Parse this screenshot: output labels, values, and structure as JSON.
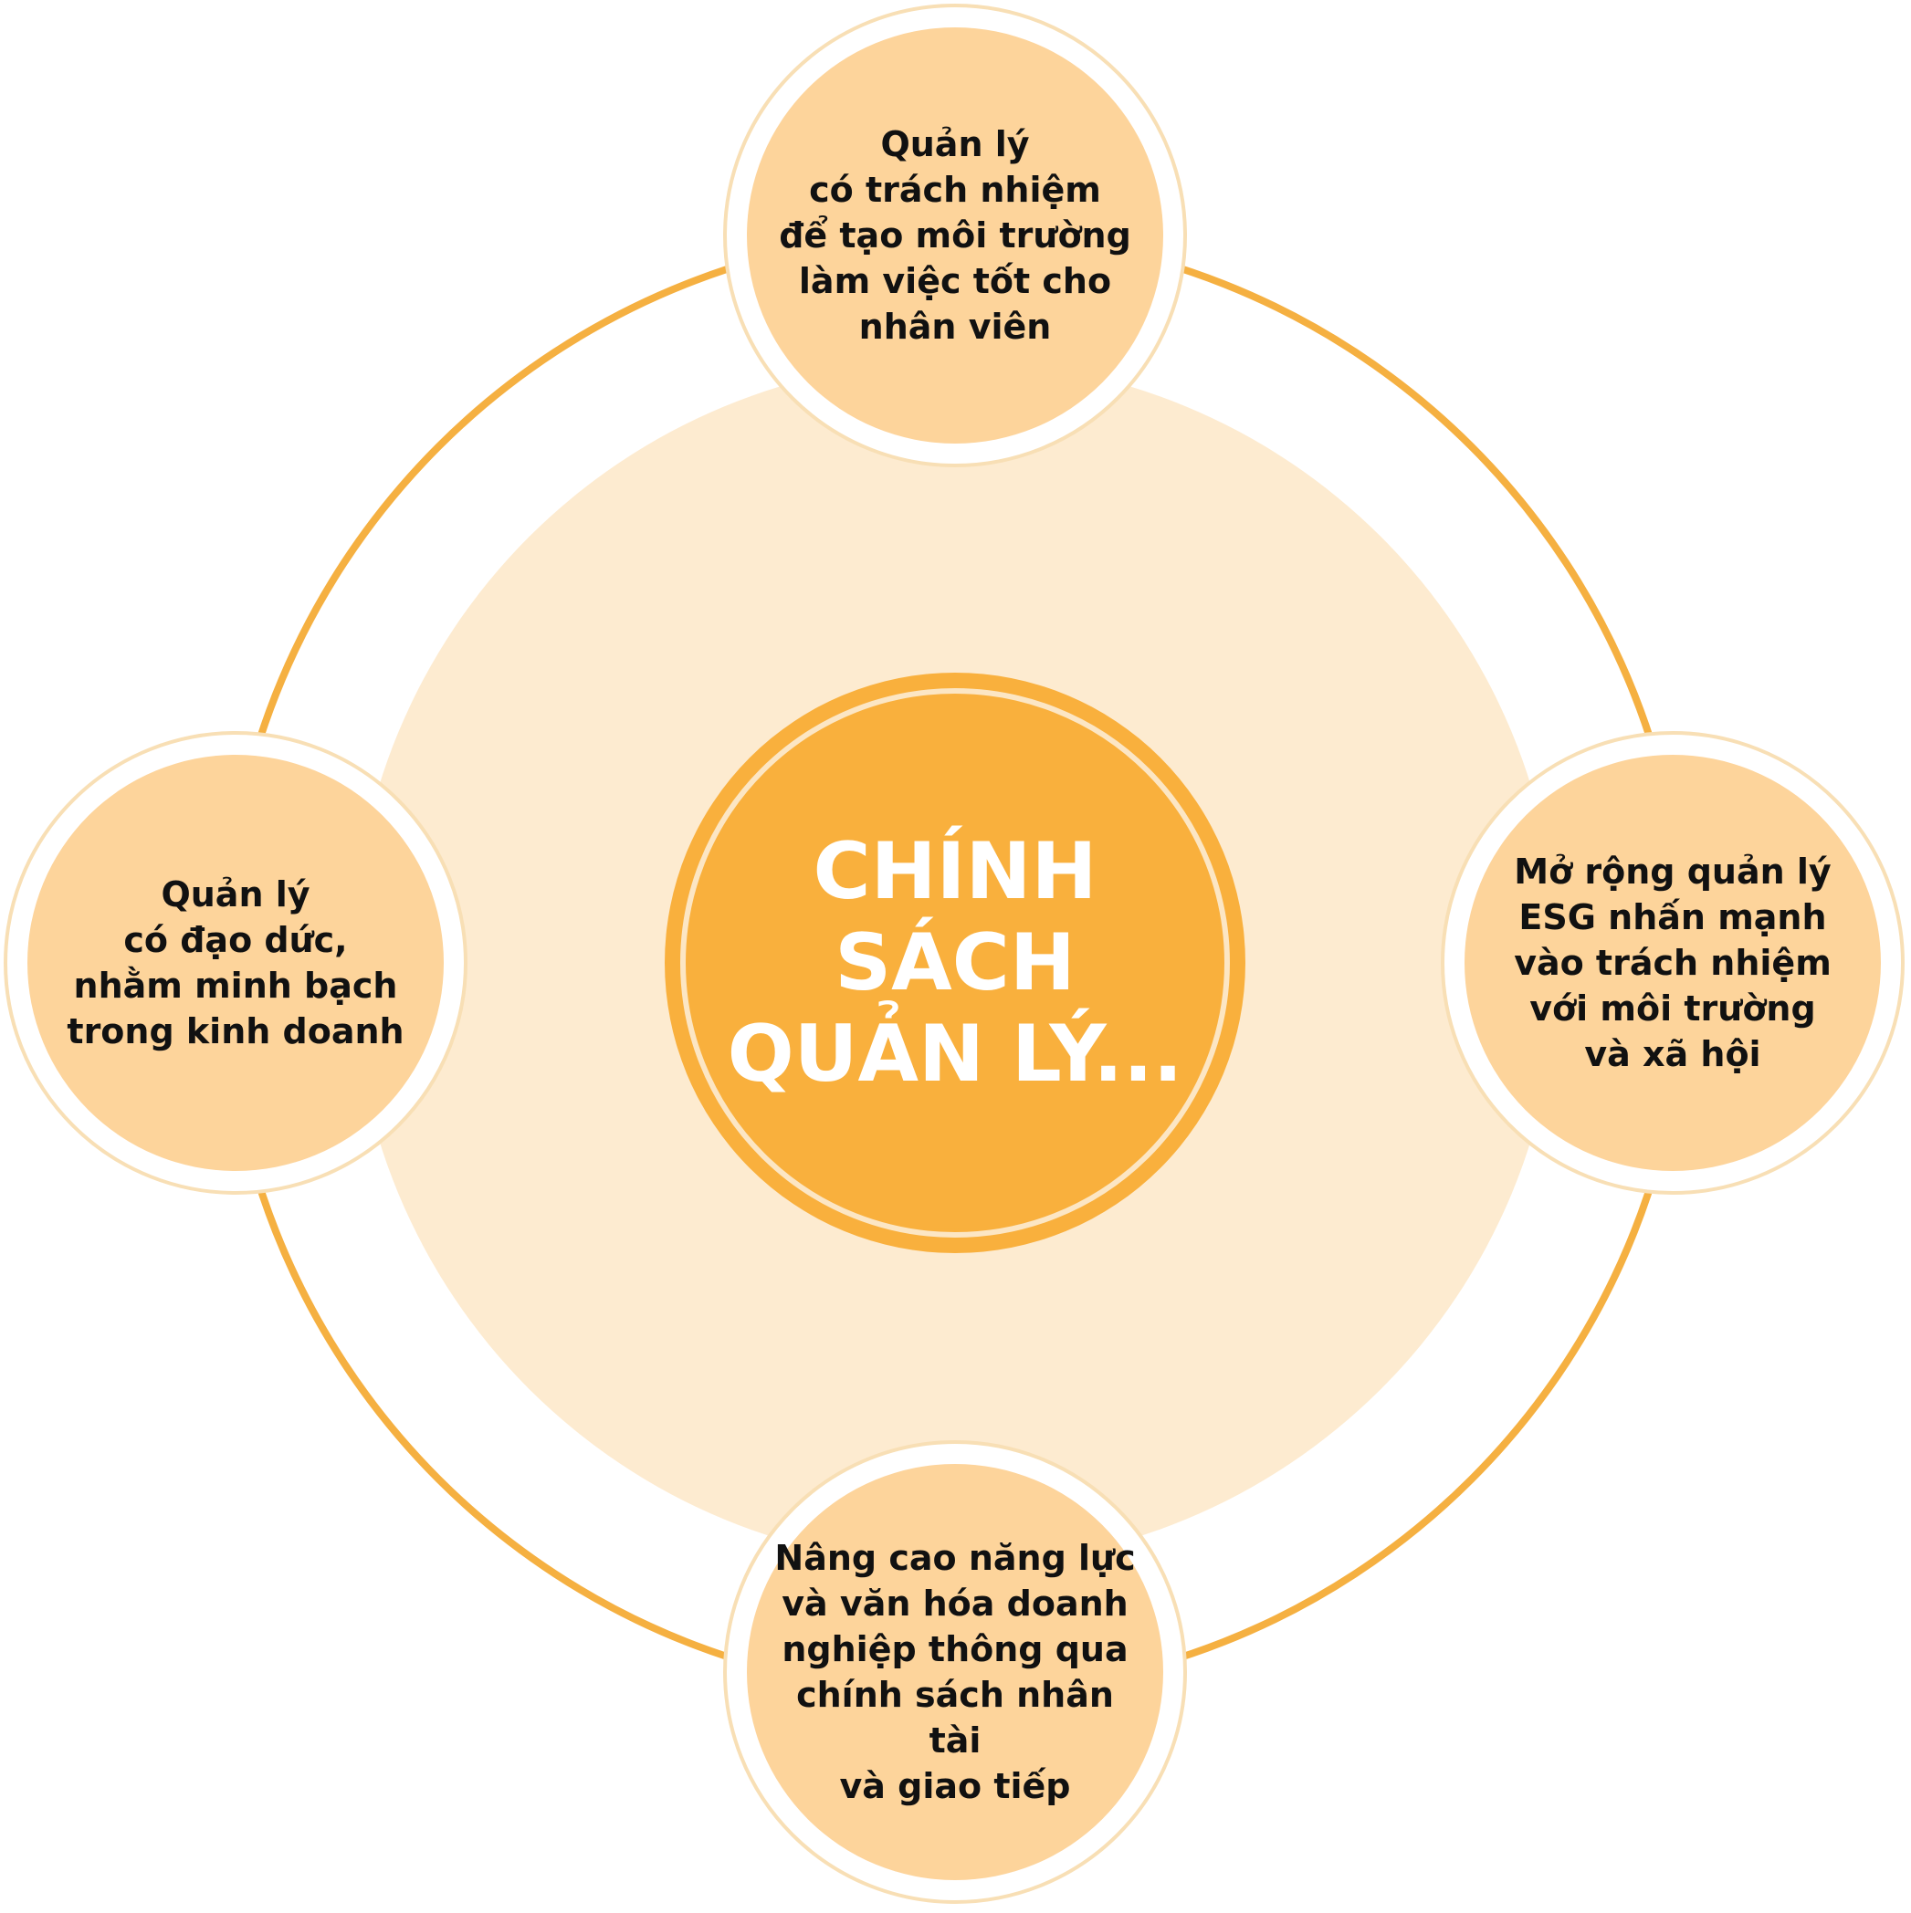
{
  "colors": {
    "outer_ring": "#F5B041",
    "inner_disc": "#FDEBD0",
    "node_fill": "#FDD49B",
    "node_border": "#F8DFB5",
    "center_fill": "#F9B03D",
    "center_ring": "#FCE6C4",
    "node_text": "#111111",
    "center_text": "#FFFFFF"
  },
  "center": {
    "label": "CHÍNH\nSÁCH\nQUẢN LÝ..."
  },
  "nodes": {
    "top": {
      "label": "Quản lý\ncó trách nhiệm\nđể tạo môi trường\nlàm việc tốt cho\nnhân viên"
    },
    "left": {
      "label": "Quản lý\ncó đạo dức,\nnhằm minh bạch\ntrong kinh doanh"
    },
    "right": {
      "label": "Mở rộng quản lý\nESG nhấn mạnh\nvào trách nhiệm\nvới môi trường\nvà xã hội"
    },
    "bottom": {
      "label": "Nâng cao năng lực\nvà văn hóa doanh\nnghiệp thông qua\nchính sách nhân tài\nvà giao tiếp"
    }
  }
}
